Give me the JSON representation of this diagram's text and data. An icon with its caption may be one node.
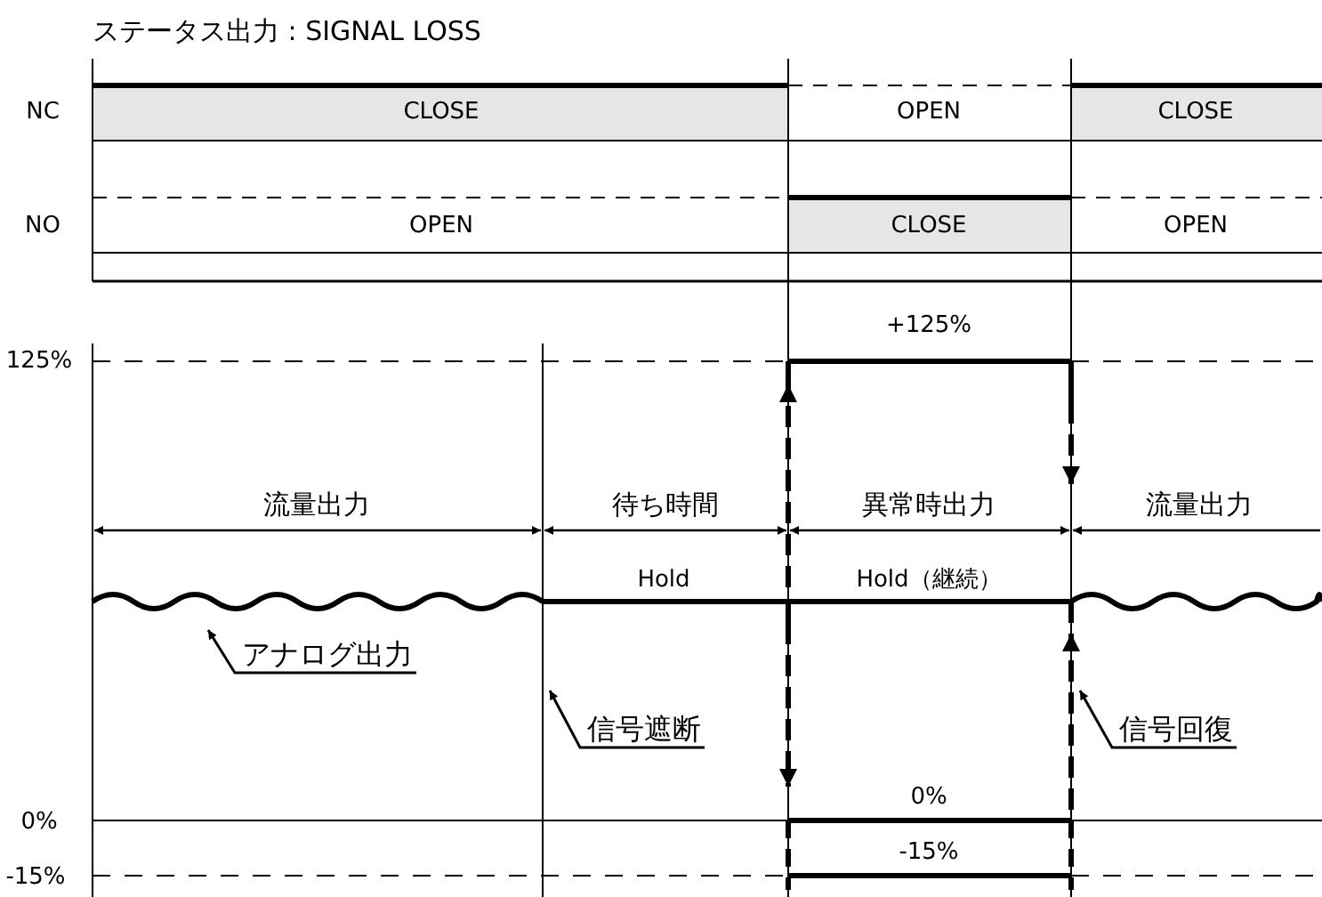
{
  "diagram": {
    "title": "ステータス出力 : SIGNAL LOSS",
    "nodes": [
      {
        "text": [
          "アナログ出力"
        ]
      },
      {
        "text": [
          "信号遮断"
        ]
      },
      {
        "text": [
          "信号回復"
        ]
      }
    ],
    "edges": [
      {
        "from": 0,
        "to": null,
        "arrow": "to"
      },
      {
        "from": 1,
        "to": null,
        "arrow": "to"
      },
      {
        "from": 2,
        "to": null,
        "arrow": "to"
      }
    ],
    "labels": [
      "NC",
      "CLOSE",
      "OPEN",
      "CLOSE",
      "NO",
      "OPEN",
      "CLOSE",
      "OPEN",
      "125%",
      "+125%",
      "流量出力",
      "待ち時間",
      "異常時出力",
      "流量出力",
      "Hold",
      "Hold（継続）",
      "0%",
      "0%",
      "-15%",
      "-15%"
    ]
  }
}
